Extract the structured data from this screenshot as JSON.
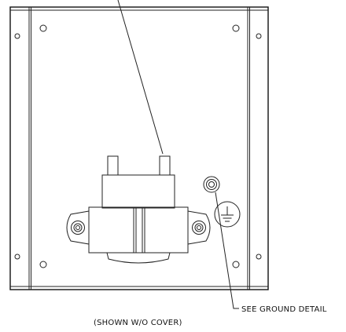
{
  "labels": {
    "ground_detail": "SEE GROUND DETAIL",
    "shown_without_cover": "(SHOWN W/O COVER)"
  },
  "ground_symbol": "earth-ground-symbol"
}
